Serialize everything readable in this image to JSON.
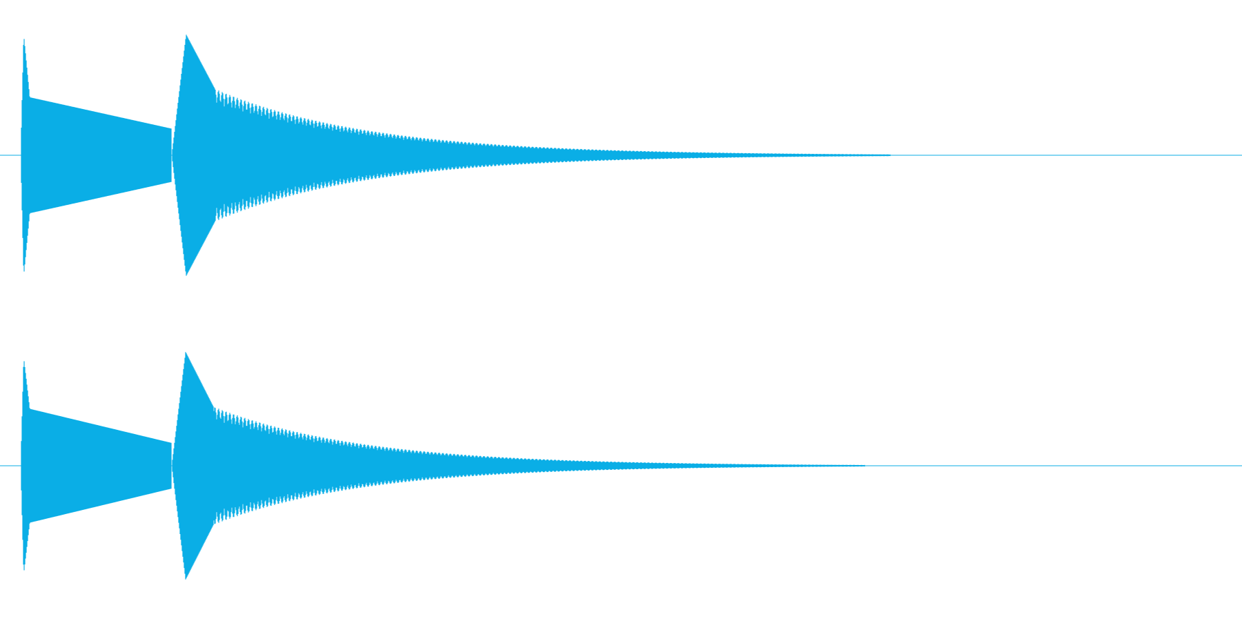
{
  "view": {
    "background": "#ffffff",
    "wave_color": "#0aaee6",
    "baseline_color": "#0aaee6"
  },
  "audio": {
    "channels": [
      {
        "label": "",
        "events": [
          {
            "onset": 0.0,
            "duration": 0.145,
            "attack_peak": 1.0,
            "plateau_start": 0.48,
            "plateau_end": 0.22,
            "decay_shape": "linear"
          },
          {
            "onset": 0.145,
            "duration": 0.69,
            "attack_peak": 1.0,
            "plateau_start": 0.55,
            "plateau_end": 0.0,
            "decay_shape": "exponential"
          }
        ]
      },
      {
        "label": "",
        "events": [
          {
            "onset": 0.0,
            "duration": 0.145,
            "attack_peak": 0.95,
            "plateau_start": 0.5,
            "plateau_end": 0.2,
            "decay_shape": "linear"
          },
          {
            "onset": 0.145,
            "duration": 0.665,
            "attack_peak": 1.0,
            "plateau_start": 0.52,
            "plateau_end": 0.0,
            "decay_shape": "exponential"
          }
        ]
      }
    ]
  }
}
